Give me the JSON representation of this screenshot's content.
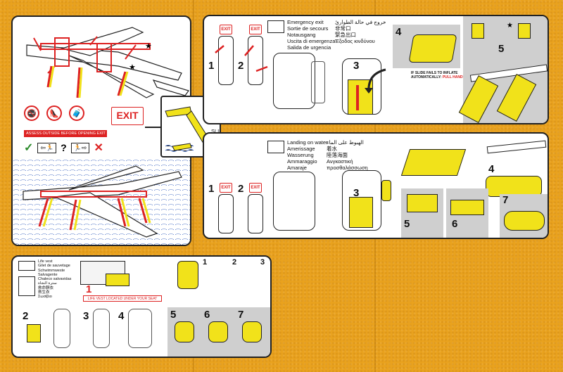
{
  "colors": {
    "card_orange": "#e9a21e",
    "accent_red": "#d22020",
    "vest_yellow": "#f1e21a",
    "water_blue": "#4f74c7"
  },
  "icons": [
    "no-smoking-icon",
    "no-luggage-icon",
    "no-high-heels-icon",
    "check-icon",
    "cross-icon",
    "star-icon",
    "plane-icon",
    "person-icon"
  ],
  "left_panel": {
    "exit_label": "EXIT",
    "assess_text": "ASSESS OUTSIDE BEFORE OPENING EXIT"
  },
  "center": {
    "slide_raft": "SLIDE/RAFT"
  },
  "emergency_exit": {
    "headings": [
      "Emergency exit",
      "Sortie de secours",
      "Notausgang",
      "Uscita di emergenza",
      "Salida de urgencia"
    ],
    "headings_other": [
      "خروج في حالة الطوارئ",
      "非常口",
      "緊急出口",
      "Έξοδος κινδύνου"
    ],
    "exit_label": "EXIT",
    "steps": [
      "1",
      "2",
      "3",
      "4",
      "5"
    ],
    "slide_note_a": "IF SLIDE FAILS TO INFLATE",
    "slide_note_b": "AUTOMATICALLY:",
    "slide_note_c": "PULL HANDLE"
  },
  "water_landing": {
    "headings": [
      "Landing on water",
      "Amerissage",
      "Wasserung",
      "Ammaraggio",
      "Amaraje"
    ],
    "headings_other": [
      "الهبوط على الماء",
      "着水",
      "陸落海面",
      "Ανγκαστική",
      "προσθαλάσσωση"
    ],
    "exit_label": "EXIT",
    "steps": [
      "1",
      "2",
      "3",
      "4",
      "5",
      "6",
      "7"
    ]
  },
  "life_vest": {
    "headings": [
      "Life vest",
      "Gilet de sauvetage",
      "Schwimmweste",
      "Salvagente",
      "Chaleco salvavidas",
      "سترة النجاة",
      "救命胴衣",
      "救生衣",
      "Σωσίβιο"
    ],
    "under_seat": "LIFE VEST LOCATED UNDER YOUR SEAT",
    "steps": [
      "1",
      "2",
      "3",
      "4",
      "5",
      "6",
      "7"
    ],
    "top_steps": [
      "1",
      "2",
      "3"
    ]
  }
}
